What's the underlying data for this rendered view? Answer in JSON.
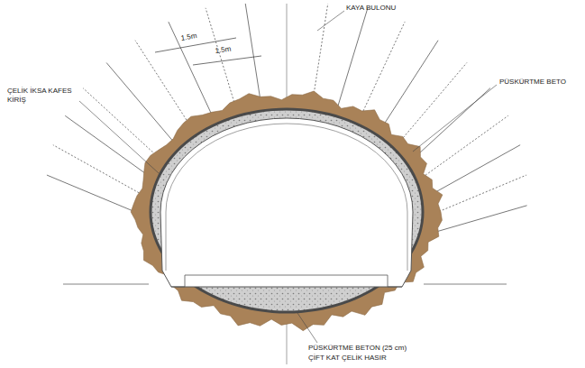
{
  "diagram": {
    "labels": [
      "KAYA BULONU",
      "1.5m",
      "1.5m",
      "PÜSKÜRTME BETO",
      "ÇELİK İKSA KAFES KİRİŞ",
      "PÜSKÜRTME BETON (25 cm)",
      "ÇİFT KAT ÇELİK HASIR"
    ]
  }
}
